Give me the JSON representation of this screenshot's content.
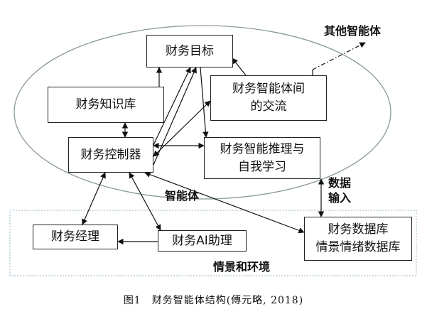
{
  "nodes": {
    "goal": "财务目标",
    "knowledge": "财务知识库",
    "agent_comm": "财务智能体间\n的交流",
    "controller": "财务控制器",
    "reasoning": "财务智能推理与\n自我学习",
    "manager": "财务经理",
    "ai_assistant": "财务AI助理",
    "database": "财务数据库\n情景情绪数据库"
  },
  "labels": {
    "other_agents": "其他智能体",
    "agent": "智能体",
    "data_input": "数据\n输入",
    "environment": "情景和环境"
  },
  "caption": "图1　财务智能体结构(傅元略, 2018)",
  "colors": {
    "ellipse_stroke": "#8a9a9a",
    "env_border": "#a9c4d4",
    "line": "#111111"
  }
}
